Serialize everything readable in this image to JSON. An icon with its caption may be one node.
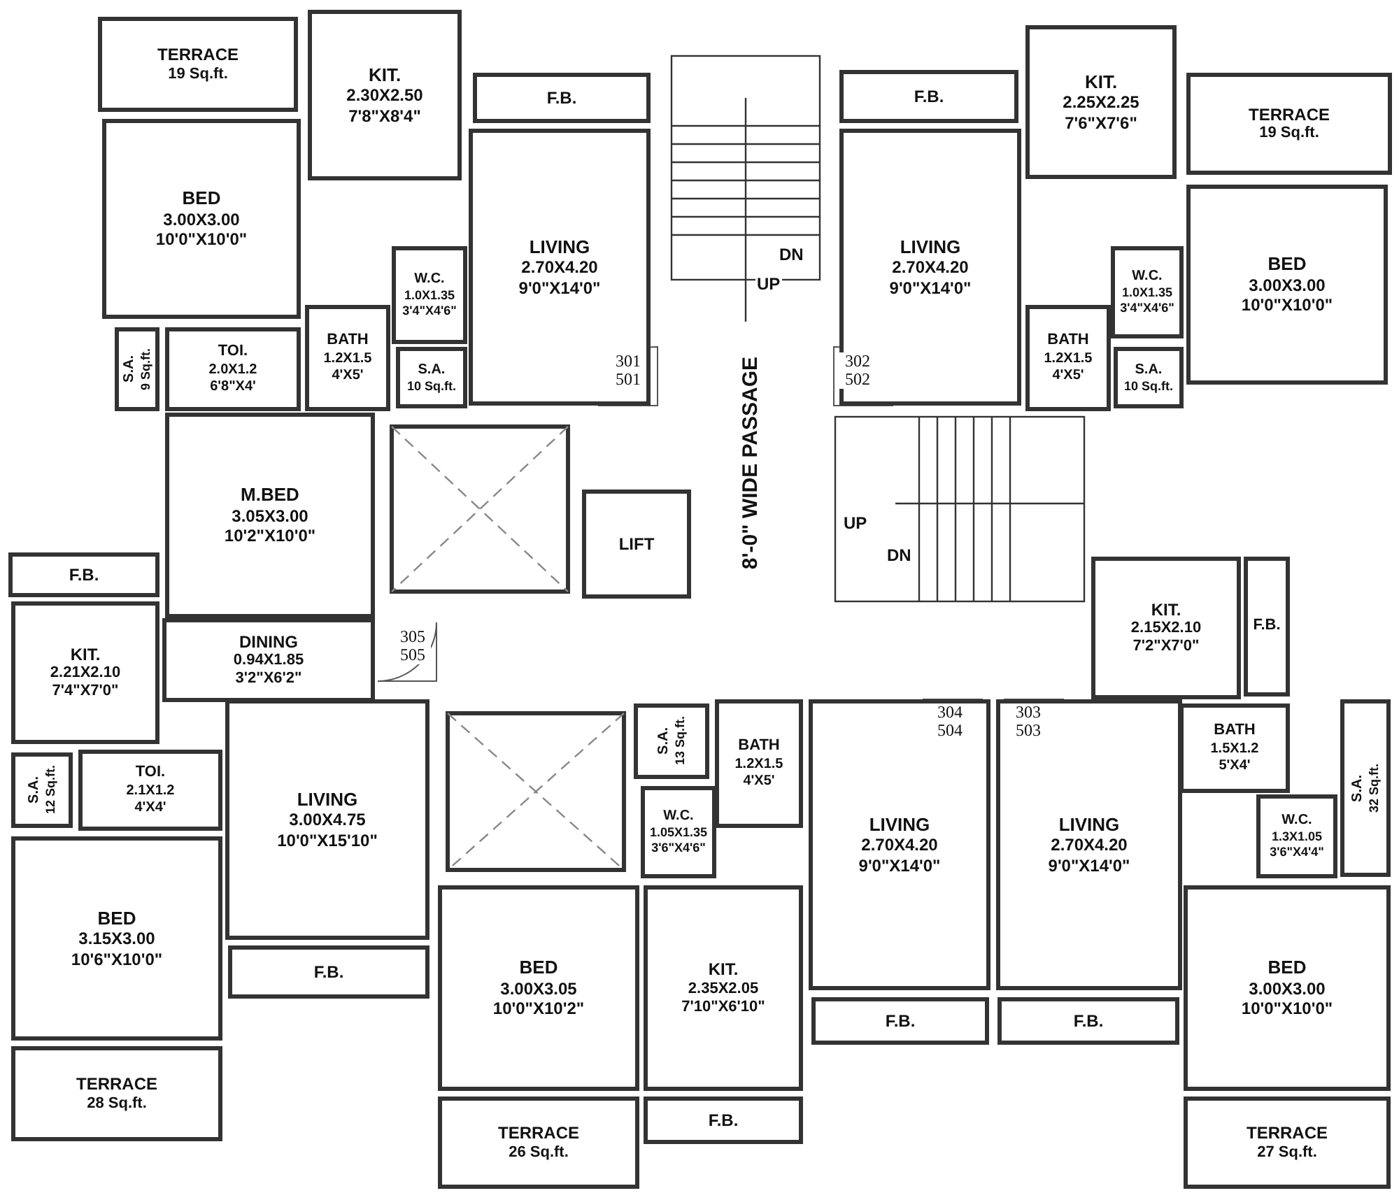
{
  "diagram": {
    "nodes": [
      {
        "text": [
          "TERRACE",
          "19 Sq.ft."
        ]
      },
      {
        "text": [
          "KIT.",
          "2.30X2.50",
          "7'8\"X8'4\""
        ]
      },
      {
        "text": [
          "F.B."
        ]
      },
      {
        "text": [
          "F.B."
        ]
      },
      {
        "text": [
          "KIT.",
          "2.25X2.25",
          "7'6\"X7'6\""
        ]
      },
      {
        "text": [
          "TERRACE",
          "19 Sq.ft."
        ]
      },
      {
        "text": [
          "BED",
          "3.00X3.00",
          "10'0\"X10'0\""
        ]
      },
      {
        "text": [
          "LIVING",
          "2.70X4.20",
          "9'0\"X14'0\""
        ]
      },
      {
        "text": [
          "LIVING",
          "2.70X4.20",
          "9'0\"X14'0\""
        ]
      },
      {
        "text": [
          "BED",
          "3.00X3.00",
          "10'0\"X10'0\""
        ]
      },
      {
        "text": [
          "W.C.",
          "1.0X1.35",
          "3'4\"X4'6\""
        ]
      },
      {
        "text": [
          "W.C.",
          "1.0X1.35",
          "3'4\"X4'6\""
        ]
      },
      {
        "text": [
          "S.A.",
          "9 Sq.ft."
        ]
      },
      {
        "text": [
          "TOI.",
          "2.0X1.2",
          "6'8\"X4'"
        ]
      },
      {
        "text": [
          "BATH",
          "1.2X1.5",
          "4'X5'"
        ]
      },
      {
        "text": [
          "S.A.",
          "10 Sq.ft."
        ]
      },
      {
        "text": [
          "BATH",
          "1.2X1.5",
          "4'X5'"
        ]
      },
      {
        "text": [
          "S.A.",
          "10 Sq.ft."
        ]
      },
      {
        "text": [
          "M.BED",
          "3.05X3.00",
          "10'2\"X10'0\""
        ]
      },
      {
        "text": [
          "LIFT"
        ]
      },
      {
        "text": [
          "F.B."
        ]
      },
      {
        "text": [
          "KIT.",
          "2.15X2.10",
          "7'2\"X7'0\""
        ]
      },
      {
        "text": [
          "F.B."
        ]
      },
      {
        "text": [
          "KIT.",
          "2.21X2.10",
          "7'4\"X7'0\""
        ]
      },
      {
        "text": [
          "DINING",
          "0.94X1.85",
          "3'2\"X6'2\""
        ]
      },
      {
        "text": [
          "S.A.",
          "13 Sq.ft."
        ]
      },
      {
        "text": [
          "BATH",
          "1.2X1.5",
          "4'X5'"
        ]
      },
      {
        "text": [
          "BATH",
          "1.5X1.2",
          "5'X4'"
        ]
      },
      {
        "text": [
          "S.A.",
          "32 Sq.ft."
        ]
      },
      {
        "text": [
          "W.C.",
          "1.05X1.35",
          "3'6\"X4'6\""
        ]
      },
      {
        "text": [
          "W.C.",
          "1.3X1.05",
          "3'6\"X4'4\""
        ]
      },
      {
        "text": [
          "S.A.",
          "12 Sq.ft."
        ]
      },
      {
        "text": [
          "TOI.",
          "2.1X1.2",
          "4'X4'"
        ]
      },
      {
        "text": [
          "LIVING",
          "3.00X4.75",
          "10'0\"X15'10\""
        ]
      },
      {
        "text": [
          "LIVING",
          "2.70X4.20",
          "9'0\"X14'0\""
        ]
      },
      {
        "text": [
          "LIVING",
          "2.70X4.20",
          "9'0\"X14'0\""
        ]
      },
      {
        "text": [
          "BED",
          "3.15X3.00",
          "10'6\"X10'0\""
        ]
      },
      {
        "text": [
          "BED",
          "3.00X3.05",
          "10'0\"X10'2\""
        ]
      },
      {
        "text": [
          "KIT.",
          "2.35X2.05",
          "7'10\"X6'10\""
        ]
      },
      {
        "text": [
          "BED",
          "3.00X3.00",
          "10'0\"X10'0\""
        ]
      },
      {
        "text": [
          "F.B."
        ]
      },
      {
        "text": [
          "F.B."
        ]
      },
      {
        "text": [
          "F.B."
        ]
      },
      {
        "text": [
          "TERRACE",
          "28 Sq.ft."
        ]
      },
      {
        "text": [
          "TERRACE",
          "26 Sq.ft."
        ]
      },
      {
        "text": [
          "F.B."
        ]
      },
      {
        "text": [
          "TERRACE",
          "27 Sq.ft."
        ]
      }
    ],
    "labels": [
      "DN",
      "UP",
      "301 501",
      "302 502",
      "8'-0\" WIDE PASSAGE",
      "UP",
      "DN",
      "305 505",
      "304 504",
      "303 503"
    ]
  }
}
